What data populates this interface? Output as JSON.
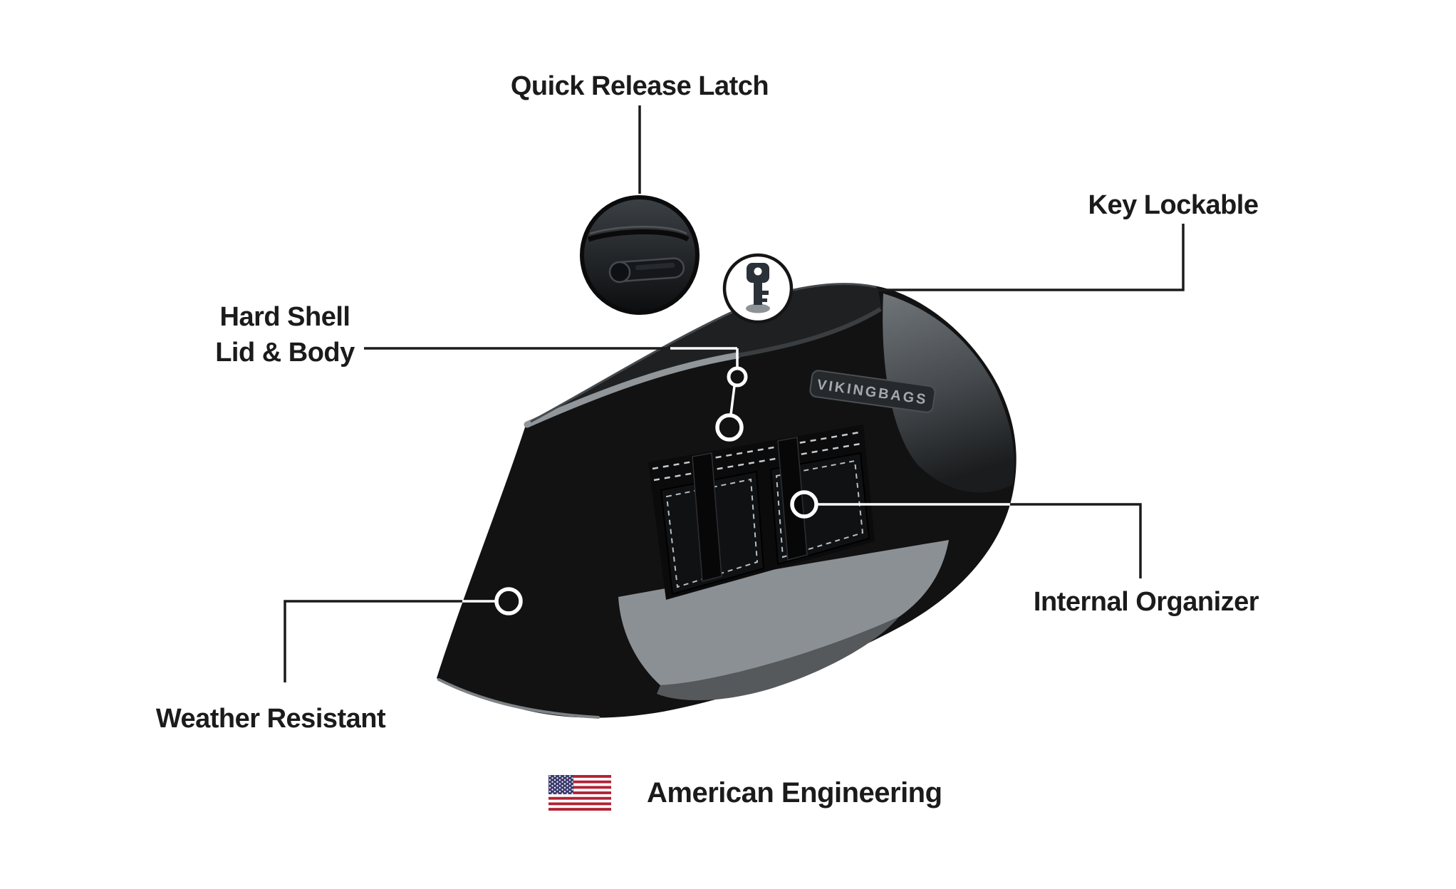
{
  "callouts": {
    "quick_release_latch": "Quick Release Latch",
    "key_lockable": "Key Lockable",
    "hard_shell_line1": "Hard Shell",
    "hard_shell_line2": "Lid & Body",
    "internal_organizer": "Internal Organizer",
    "weather_resistant": "Weather Resistant"
  },
  "footer": {
    "american_engineering": "American Engineering"
  },
  "logo_plate": {
    "text": "VIKINGBAGS"
  },
  "icons": {
    "flag": "us-flag-icon",
    "key": "key-icon",
    "latch": "latch-icon"
  },
  "colors": {
    "background": "#ffffff",
    "text": "#1b1b1b",
    "callout_line": "#1b1b1b",
    "bag_black": "#121212",
    "accent_gray": "#8b9094",
    "piping_gray": "#90969a",
    "flag_red": "#B22234",
    "flag_blue": "#3C3B6E"
  }
}
